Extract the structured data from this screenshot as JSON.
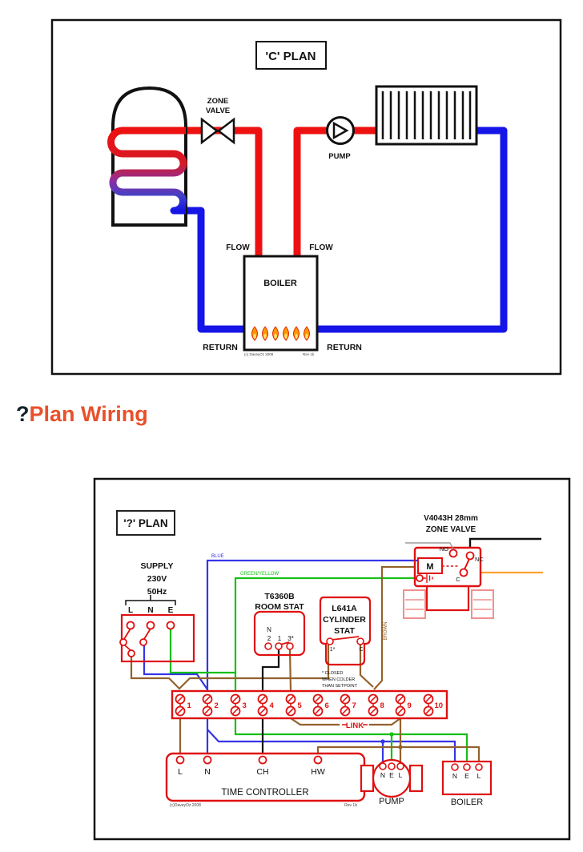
{
  "page": {
    "background": "#ffffff"
  },
  "heading": {
    "prefix": "?",
    "link_text": "Plan Wiring"
  },
  "colors": {
    "box_red": "#e01010",
    "pipe_red": "#ee1111",
    "pipe_blue": "#1515e8",
    "wire_blue": "#3535e8",
    "wire_green": "#16c016",
    "wire_brown": "#93622c",
    "wire_orange": "#ffa030",
    "wire_black": "#111111",
    "leader_grey": "#999999",
    "valve_pink": "#f09090",
    "heading_orange": "#e8512a",
    "flame_orange": "#ff9900"
  },
  "c_plan": {
    "title": "'C' PLAN",
    "zone_valve_line1": "ZONE",
    "zone_valve_line2": "VALVE",
    "pump_label": "PUMP",
    "boiler_label": "BOILER",
    "flow_left": "FLOW",
    "flow_right": "FLOW",
    "return_left": "RETURN",
    "return_right": "RETURN",
    "credit": "(c) DaveyOz 2008",
    "revision": "Rev 1b"
  },
  "wiring": {
    "title": "'?' PLAN",
    "zone_valve": {
      "model": "V4043H 28mm",
      "name": "ZONE VALVE",
      "motor": "M",
      "no": "NO",
      "nc": "NC",
      "c": "C"
    },
    "supply": {
      "line1": "SUPPLY",
      "line2": "230V",
      "line3": "50Hz",
      "terminals": [
        "L",
        "N",
        "E"
      ]
    },
    "wire_labels": {
      "blue": "BLUE",
      "green_yellow": "GREEN/YELLOW",
      "brown": "BROWN"
    },
    "room_stat": {
      "model": "T6360B",
      "name": "ROOM STAT",
      "neutral": "N",
      "terminals": [
        "2",
        "1",
        "3*"
      ]
    },
    "cylinder_stat": {
      "model": "L641A",
      "name_line1": "CYLINDER",
      "name_line2": "STAT",
      "terminals": [
        "1*",
        "C"
      ],
      "note_line1": "* CLOSED",
      "note_line2": "WHEN COLDER",
      "note_line3": "THAN SETPOINT"
    },
    "strip": {
      "terminals": [
        "1",
        "2",
        "3",
        "4",
        "5",
        "6",
        "7",
        "8",
        "9",
        "10"
      ],
      "link_label": "LINK"
    },
    "time_controller": {
      "terminals": [
        "L",
        "N",
        "CH",
        "HW"
      ],
      "label": "TIME CONTROLLER",
      "credit": "(c)DaveyOz 2008",
      "revision": "Rev 1b"
    },
    "pump": {
      "terminals": [
        "N",
        "E",
        "L"
      ],
      "label": "PUMP"
    },
    "boiler": {
      "terminals": [
        "N",
        "E",
        "L"
      ],
      "label": "BOILER"
    }
  }
}
